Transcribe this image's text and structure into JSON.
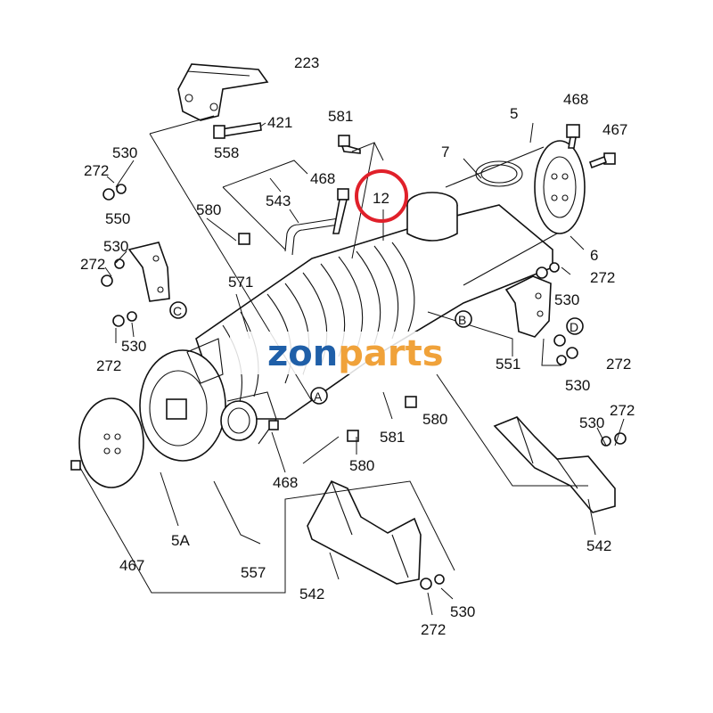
{
  "watermark": {
    "text_a": "zon",
    "text_b": "parts",
    "color_a": "#1f5fa8",
    "color_b": "#f0a23a"
  },
  "highlight": {
    "label": "12",
    "ring_color": "#e0202a"
  },
  "callouts": {
    "c223": "223",
    "c421": "421",
    "c581_top": "581",
    "c468_top": "468",
    "c5": "5",
    "c467_top": "467",
    "c7": "7",
    "c530_a": "530",
    "c272_a": "272",
    "c558": "558",
    "c468_mid": "468",
    "c543": "543",
    "c580_a": "580",
    "c550": "550",
    "c530_b": "530",
    "c272_b": "272",
    "c571": "571",
    "c6": "6",
    "c272_c": "272",
    "c530_c": "530",
    "c530_d": "530",
    "c272_d": "272",
    "c551": "551",
    "c272_e": "272",
    "c530_e": "530",
    "c580_b": "580",
    "c581_b": "581",
    "c580_c": "580",
    "c530_f": "530",
    "c272_f": "272",
    "c468_b": "468",
    "c5A": "5A",
    "c467_b": "467",
    "c557": "557",
    "c542_a": "542",
    "c542_b": "542",
    "c272_g": "272",
    "c530_g": "530"
  },
  "markers": {
    "A": "A",
    "B": "B",
    "C": "C",
    "D": "D"
  }
}
